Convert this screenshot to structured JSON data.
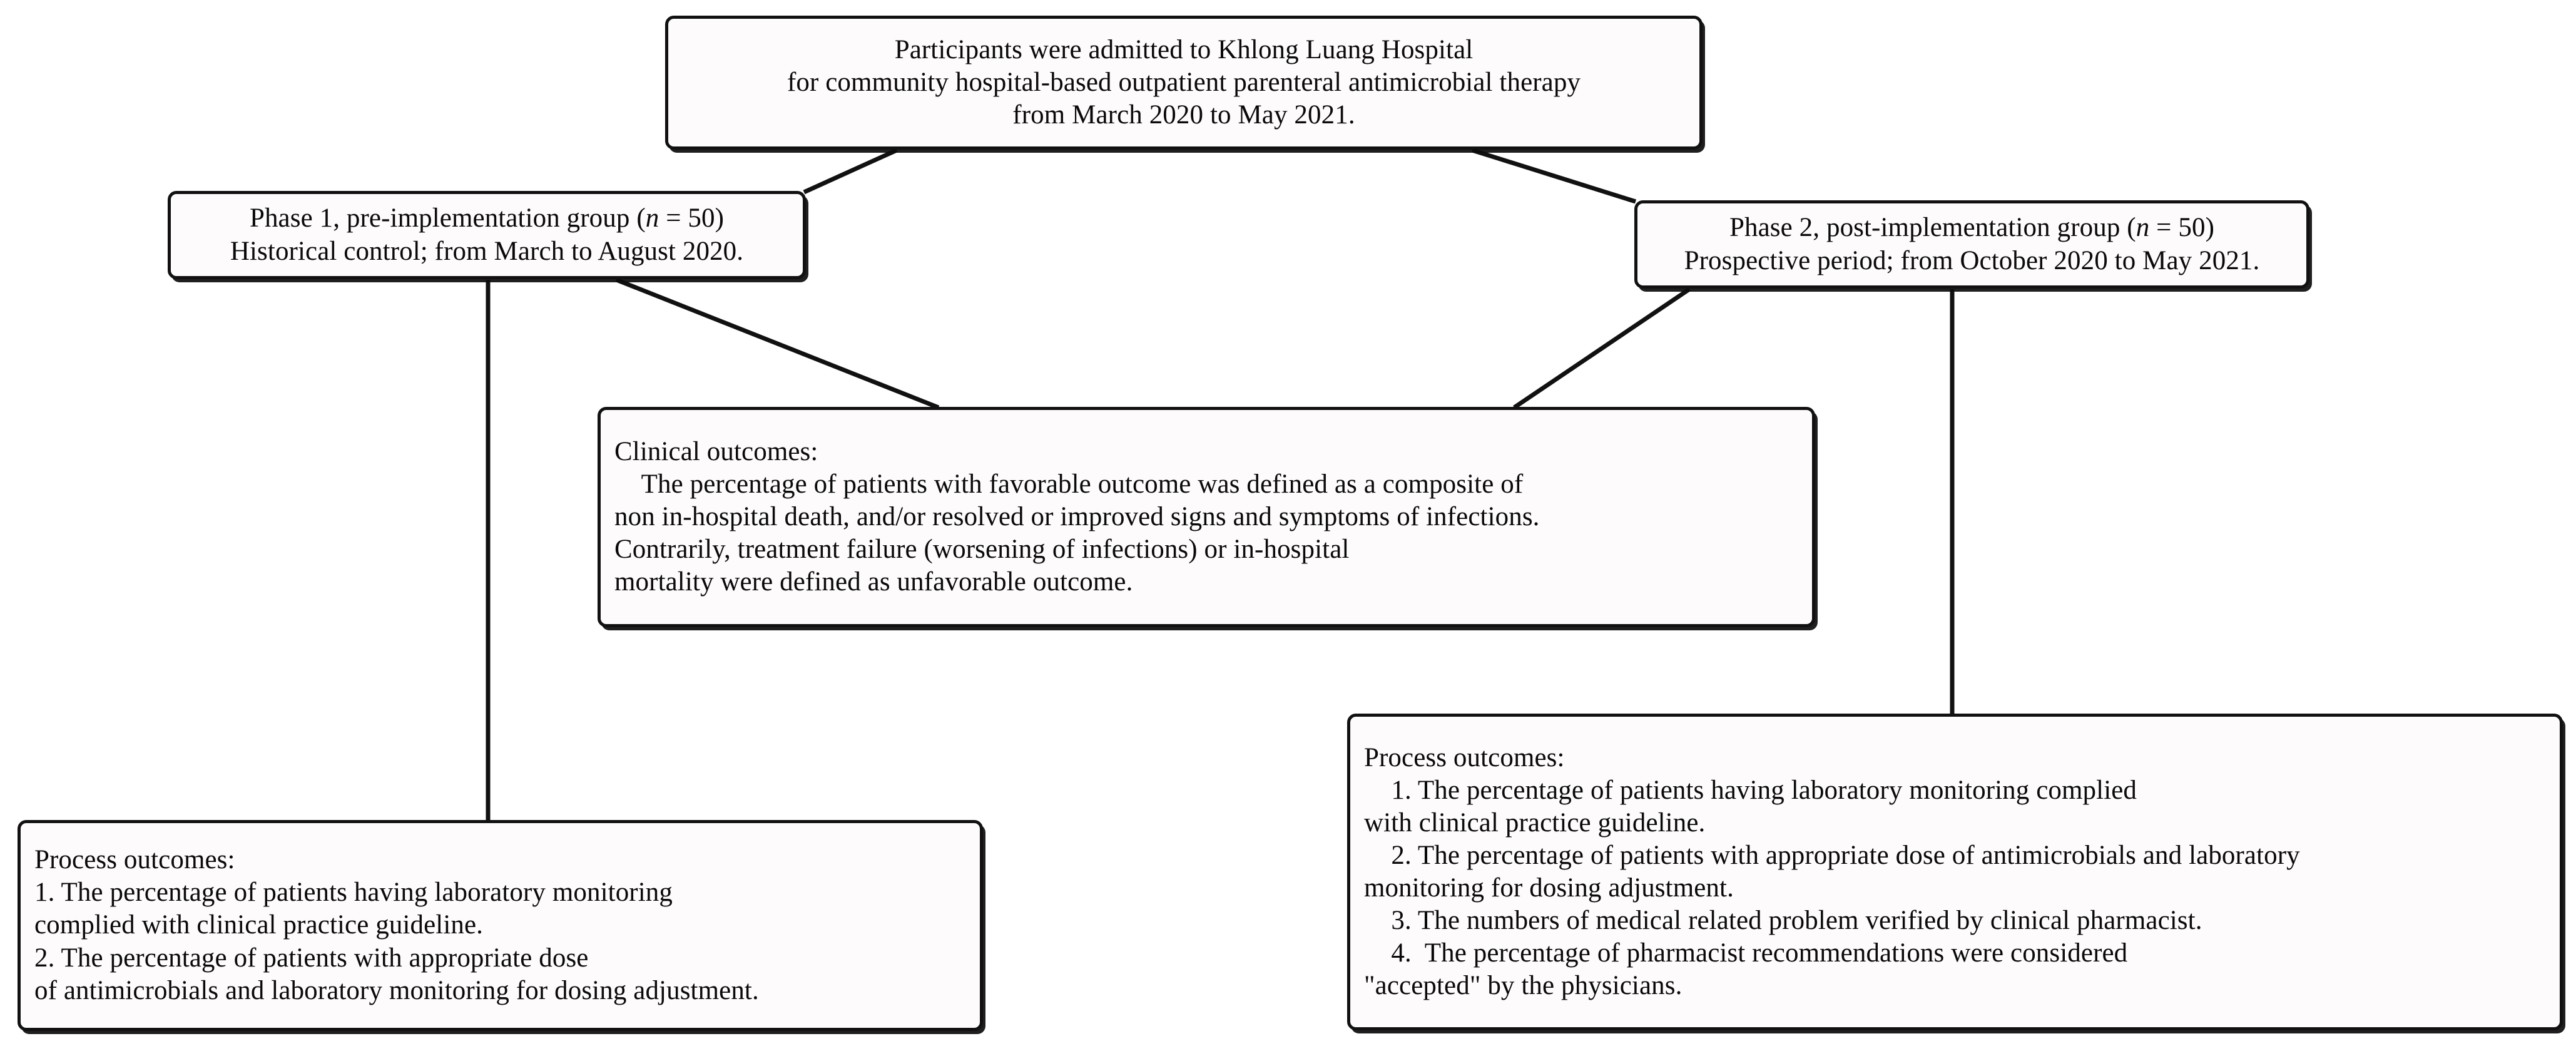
{
  "figure": {
    "type": "flowchart",
    "orientation": "top-down",
    "background_color": "#ffffff",
    "box_fill_color": "#fdfbfb",
    "box_border_color": "#111111",
    "text_color": "#0a0a0a"
  },
  "nodes": {
    "admission": {
      "id": "admission",
      "name": "admission-box",
      "lines": [
        "Participants were admitted to Khlong Luang Hospital",
        "for community hospital-based outpatient parenteral antimicrobial therapy",
        "from March 2020 to May 2021."
      ],
      "align": "center"
    },
    "phase1": {
      "id": "phase1",
      "name": "phase-1-box",
      "lines": [
        "Phase 1, pre-implementation group (n = 50)",
        "Historical control; from March to August 2020."
      ],
      "align": "center",
      "sample_size": 50,
      "period": "March to August 2020"
    },
    "phase2": {
      "id": "phase2",
      "name": "phase-2-box",
      "lines": [
        "Phase 2, post-implementation group (n = 50)",
        "Prospective period; from October 2020 to May 2021."
      ],
      "align": "center",
      "sample_size": 50,
      "period": "October 2020 to May 2021"
    },
    "clinical_outcomes": {
      "id": "clinical_outcomes",
      "name": "clinical-outcomes-box",
      "heading": "Clinical outcomes:",
      "lines": [
        "Clinical outcomes:",
        "    The percentage of patients with favorable outcome was defined as a composite of",
        "non in-hospital death, and/or resolved or improved signs and symptoms of infections.",
        "Contrarily, treatment failure (worsening of infections) or in-hospital",
        "mortality were defined as unfavorable outcome."
      ],
      "align": "left"
    },
    "process_outcomes_left": {
      "id": "process_outcomes_left",
      "name": "process-outcomes-phase1-box",
      "heading": "Process outcomes:",
      "lines": [
        "Process outcomes:",
        "1. The percentage of patients having laboratory monitoring",
        "complied with clinical practice guideline.",
        "2. The percentage of patients with appropriate dose",
        "of antimicrobials and laboratory monitoring for dosing adjustment."
      ],
      "align": "left"
    },
    "process_outcomes_right": {
      "id": "process_outcomes_right",
      "name": "process-outcomes-phase2-box",
      "heading": "Process outcomes:",
      "lines": [
        "Process outcomes:",
        "    1. The percentage of patients having laboratory monitoring complied",
        "with clinical practice guideline.",
        "    2. The percentage of patients with appropriate dose of antimicrobials and laboratory",
        "monitoring for dosing adjustment.",
        "    3. The numbers of medical related problem verified by clinical pharmacist.",
        "    4.  The percentage of pharmacist recommendations were considered",
        "\"accepted\" by the physicians."
      ],
      "align": "left"
    }
  },
  "edges": [
    {
      "name": "edge-admission-to-phase1",
      "from": "admission",
      "to": "phase1",
      "style": "diagonal"
    },
    {
      "name": "edge-admission-to-phase2",
      "from": "admission",
      "to": "phase2",
      "style": "diagonal"
    },
    {
      "name": "edge-phase1-to-clinical",
      "from": "phase1",
      "to": "clinical_outcomes",
      "style": "diagonal"
    },
    {
      "name": "edge-phase2-to-clinical",
      "from": "phase2",
      "to": "clinical_outcomes",
      "style": "diagonal"
    },
    {
      "name": "edge-phase1-to-process-left",
      "from": "phase1",
      "to": "process_outcomes_left",
      "style": "vertical"
    },
    {
      "name": "edge-phase2-to-process-right",
      "from": "phase2",
      "to": "process_outcomes_right",
      "style": "vertical"
    }
  ]
}
